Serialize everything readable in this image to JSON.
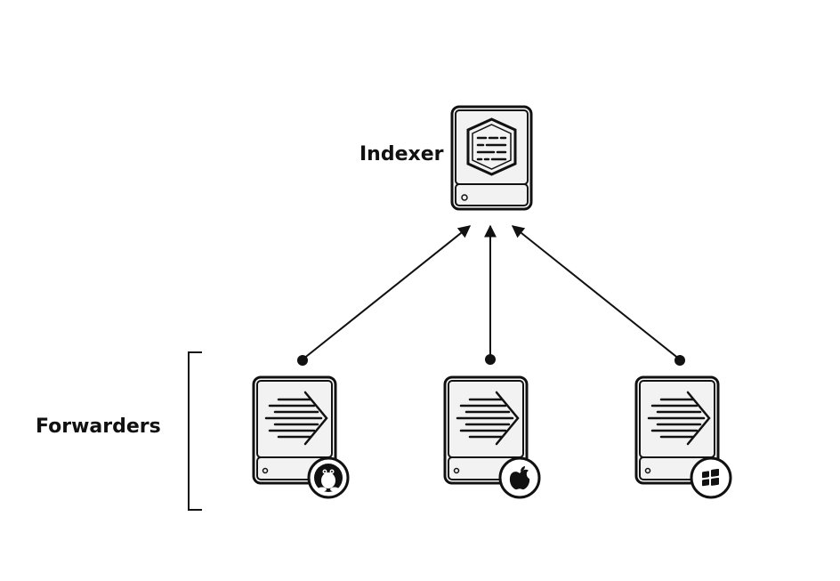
{
  "indexer": {
    "label": "Indexer",
    "icon": "indexer-server-icon"
  },
  "forwarders_group": {
    "label": "Forwarders"
  },
  "forwarders": [
    {
      "id": "linux",
      "icon": "forwarder-server-icon",
      "os_badge": "linux-penguin-icon"
    },
    {
      "id": "mac",
      "icon": "forwarder-server-icon",
      "os_badge": "apple-icon"
    },
    {
      "id": "windows",
      "icon": "forwarder-server-icon",
      "os_badge": "windows-icon"
    }
  ],
  "connections": [
    {
      "from": "linux",
      "to": "indexer"
    },
    {
      "from": "mac",
      "to": "indexer"
    },
    {
      "from": "windows",
      "to": "indexer"
    }
  ],
  "colors": {
    "stroke": "#111111",
    "fill": "#f2f2f2",
    "badge_fill": "#ffffff"
  }
}
